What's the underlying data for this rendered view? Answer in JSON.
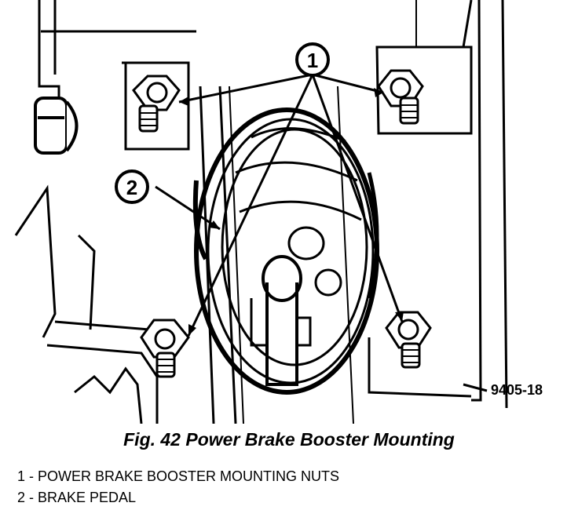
{
  "figure": {
    "code": "9405-18",
    "callouts": [
      {
        "number": "1"
      },
      {
        "number": "2"
      }
    ]
  },
  "caption": "Fig. 42 Power Brake Booster Mounting",
  "legend": [
    {
      "text": "1 - POWER BRAKE BOOSTER MOUNTING NUTS"
    },
    {
      "text": "2 - BRAKE PEDAL"
    }
  ]
}
